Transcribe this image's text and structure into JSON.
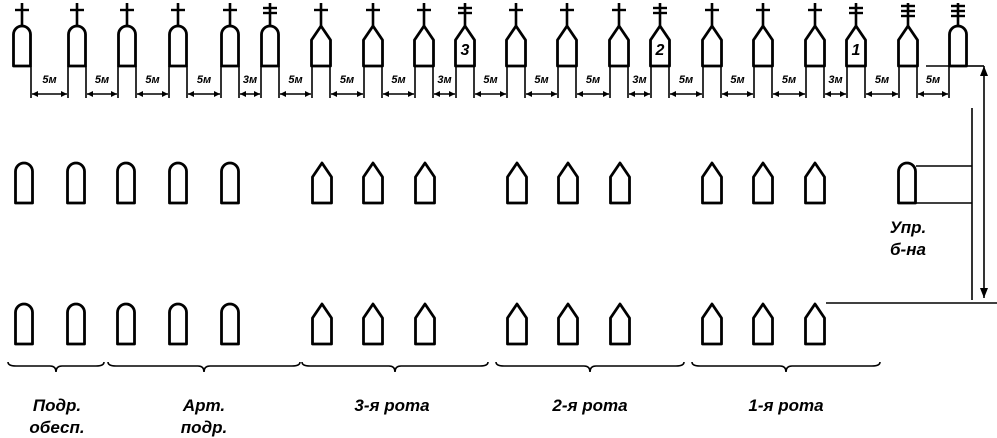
{
  "spacing_labels": [
    "5м",
    "5м",
    "5м",
    "5м",
    "3м",
    "5м",
    "5м",
    "5м",
    "3м",
    "5м",
    "5м",
    "5м",
    "3м",
    "5м",
    "5м",
    "5м",
    "3м",
    "5м",
    "5м"
  ],
  "column_kinds": [
    "round",
    "round",
    "round",
    "round",
    "round",
    "round",
    "tri",
    "tri",
    "tri",
    "tri",
    "tri",
    "tri",
    "tri",
    "tri",
    "tri",
    "tri",
    "tri",
    "tri",
    "tri",
    "round"
  ],
  "row1_masts": [
    "cross",
    "cross",
    "cross",
    "cross",
    "cross",
    "double",
    "cross",
    "cross",
    "cross",
    "double",
    "cross",
    "cross",
    "cross",
    "double",
    "cross",
    "cross",
    "cross",
    "double",
    "triple",
    "triple"
  ],
  "row1_numbers": {
    "9": "3",
    "13": "2",
    "17": "1"
  },
  "row2_groups": [
    {
      "kind": "round",
      "count": 5
    },
    {
      "kind": "tri",
      "count": 3
    },
    {
      "kind": "tri",
      "count": 3
    },
    {
      "kind": "tri",
      "count": 3
    },
    {
      "kind": "round",
      "count": 1
    }
  ],
  "labels": {
    "podr_obesp_1": "Подр.",
    "podr_obesp_2": "обесп.",
    "art_podr_1": "Арт.",
    "art_podr_2": "подр.",
    "rota3": "3-я рота",
    "rota2": "2-я рота",
    "rota1": "1-я рота",
    "upr_1": "Упр.",
    "upr_2": "б-на"
  }
}
